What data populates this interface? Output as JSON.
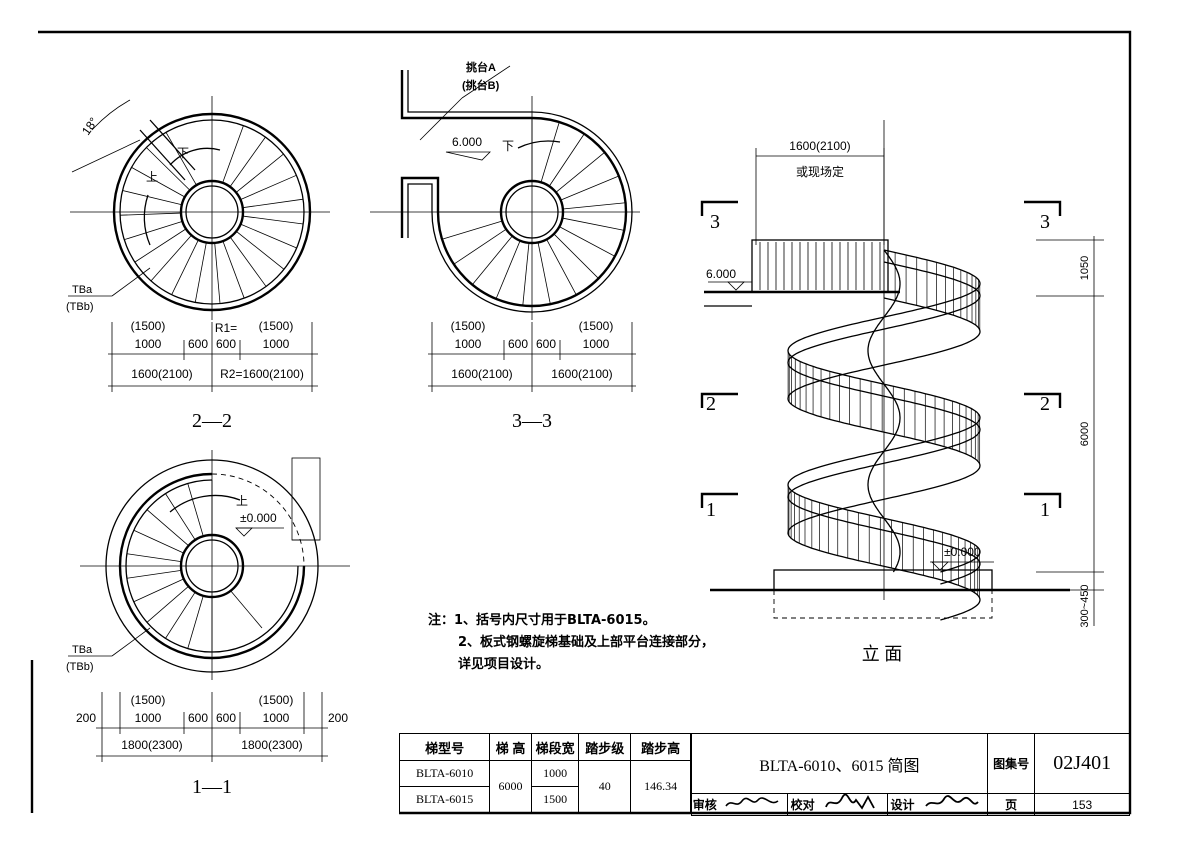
{
  "views": {
    "v22": {
      "title": "2—2",
      "upper": [
        "(1500)",
        "1000",
        "600",
        "R1=",
        "600",
        "(1500)",
        "1000"
      ],
      "lower": [
        "1600(2100)",
        "R2=1600(2100)"
      ],
      "arrow_down": "下",
      "arrow_up": "上",
      "angle": "18°",
      "label_a": "TBa",
      "label_b": "(TBb)"
    },
    "v33": {
      "title": "3—3",
      "upper": [
        "(1500)",
        "1000",
        "600",
        "600",
        "(1500)",
        "1000"
      ],
      "lower": [
        "1600(2100)",
        "1600(2100)"
      ],
      "level": "6.000",
      "arrow_down": "下",
      "platform_a": "挑台A",
      "platform_b": "(挑台B)"
    },
    "v11": {
      "title": "1—1",
      "upper": [
        "200",
        "(1500)",
        "1000",
        "600",
        "600",
        "(1500)",
        "1000",
        "200"
      ],
      "lower": [
        "1800(2300)",
        "1800(2300)"
      ],
      "arrow_up": "上",
      "level": "±0.000",
      "label_a": "TBa",
      "label_b": "(TBb)"
    },
    "elevation": {
      "title": "立 面",
      "width_dim": "1600(2100)",
      "width_note": "或现场定",
      "level_top": "6.000",
      "level_bottom": "±0.000",
      "dim_top": "1050",
      "dim_mid": "6000",
      "dim_bottom": "300~450",
      "cuts": [
        "3",
        "3",
        "2",
        "2",
        "1",
        "1"
      ]
    }
  },
  "notes": {
    "prefix": "注：",
    "line1": "1、括号内尺寸用于BLTA-6015。",
    "line2": "2、板式钢螺旋梯基础及上部平台连接部分，",
    "line3": "详见项目设计。"
  },
  "title_block": {
    "headers": [
      "梯型号",
      "梯 高",
      "梯段宽",
      "踏步级",
      "踏步高"
    ],
    "rows": [
      [
        "BLTA-6010",
        "6000",
        "1000",
        "40",
        "146.34"
      ],
      [
        "BLTA-6015",
        "",
        "1500",
        "",
        ""
      ]
    ],
    "drawing_title": "BLTA-6010、6015 简图",
    "atlas_label": "图集号",
    "atlas_no": "02J401",
    "review_label": "审核",
    "check_label": "校对",
    "design_label": "设计",
    "page_label": "页",
    "page_no": "153"
  }
}
